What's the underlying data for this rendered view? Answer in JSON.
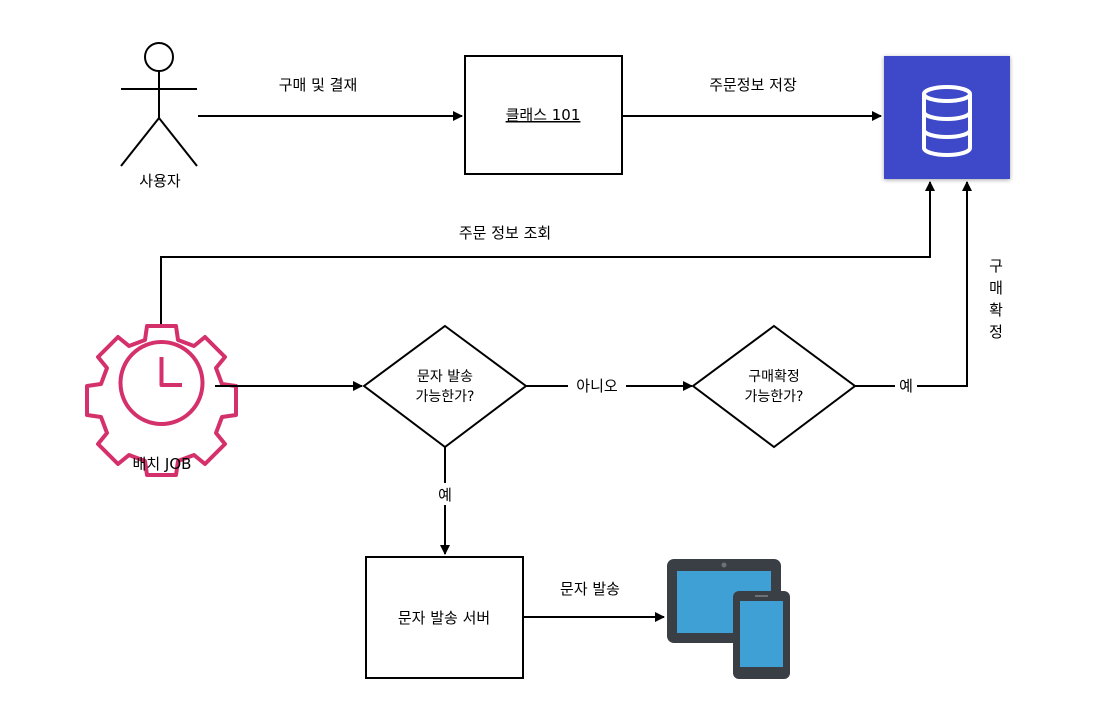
{
  "actors": {
    "user": {
      "label": "사용자"
    },
    "batch": {
      "label": "배치 JOB"
    }
  },
  "nodes": {
    "class101": {
      "label": "클래스 101"
    },
    "sms_server": {
      "label": "문자 발송 서버"
    },
    "decision_sms": {
      "line1": "문자 발송",
      "line2": "가능한가?"
    },
    "decision_confirm": {
      "line1": "구매확정",
      "line2": "가능한가?"
    }
  },
  "edges": {
    "purchase_pay": "구매 및 결재",
    "save_order": "주문정보 저장",
    "query_order": "주문 정보 조회",
    "no": "아니오",
    "yes_confirm": "예",
    "yes_sms": "예",
    "send_sms": "문자 발송",
    "purchase_confirm_vertical": [
      "구",
      "매",
      "확",
      "정"
    ]
  },
  "colors": {
    "database_bg": "#3d4ac8",
    "batch_gear": "#d4306b",
    "device_frame": "#3a3f45",
    "device_screen": "#3fa0d6"
  },
  "icons": {
    "user": "person-icon",
    "database": "database-icon",
    "batch": "gear-clock-icon",
    "devices": "tablet-phone-icon"
  }
}
